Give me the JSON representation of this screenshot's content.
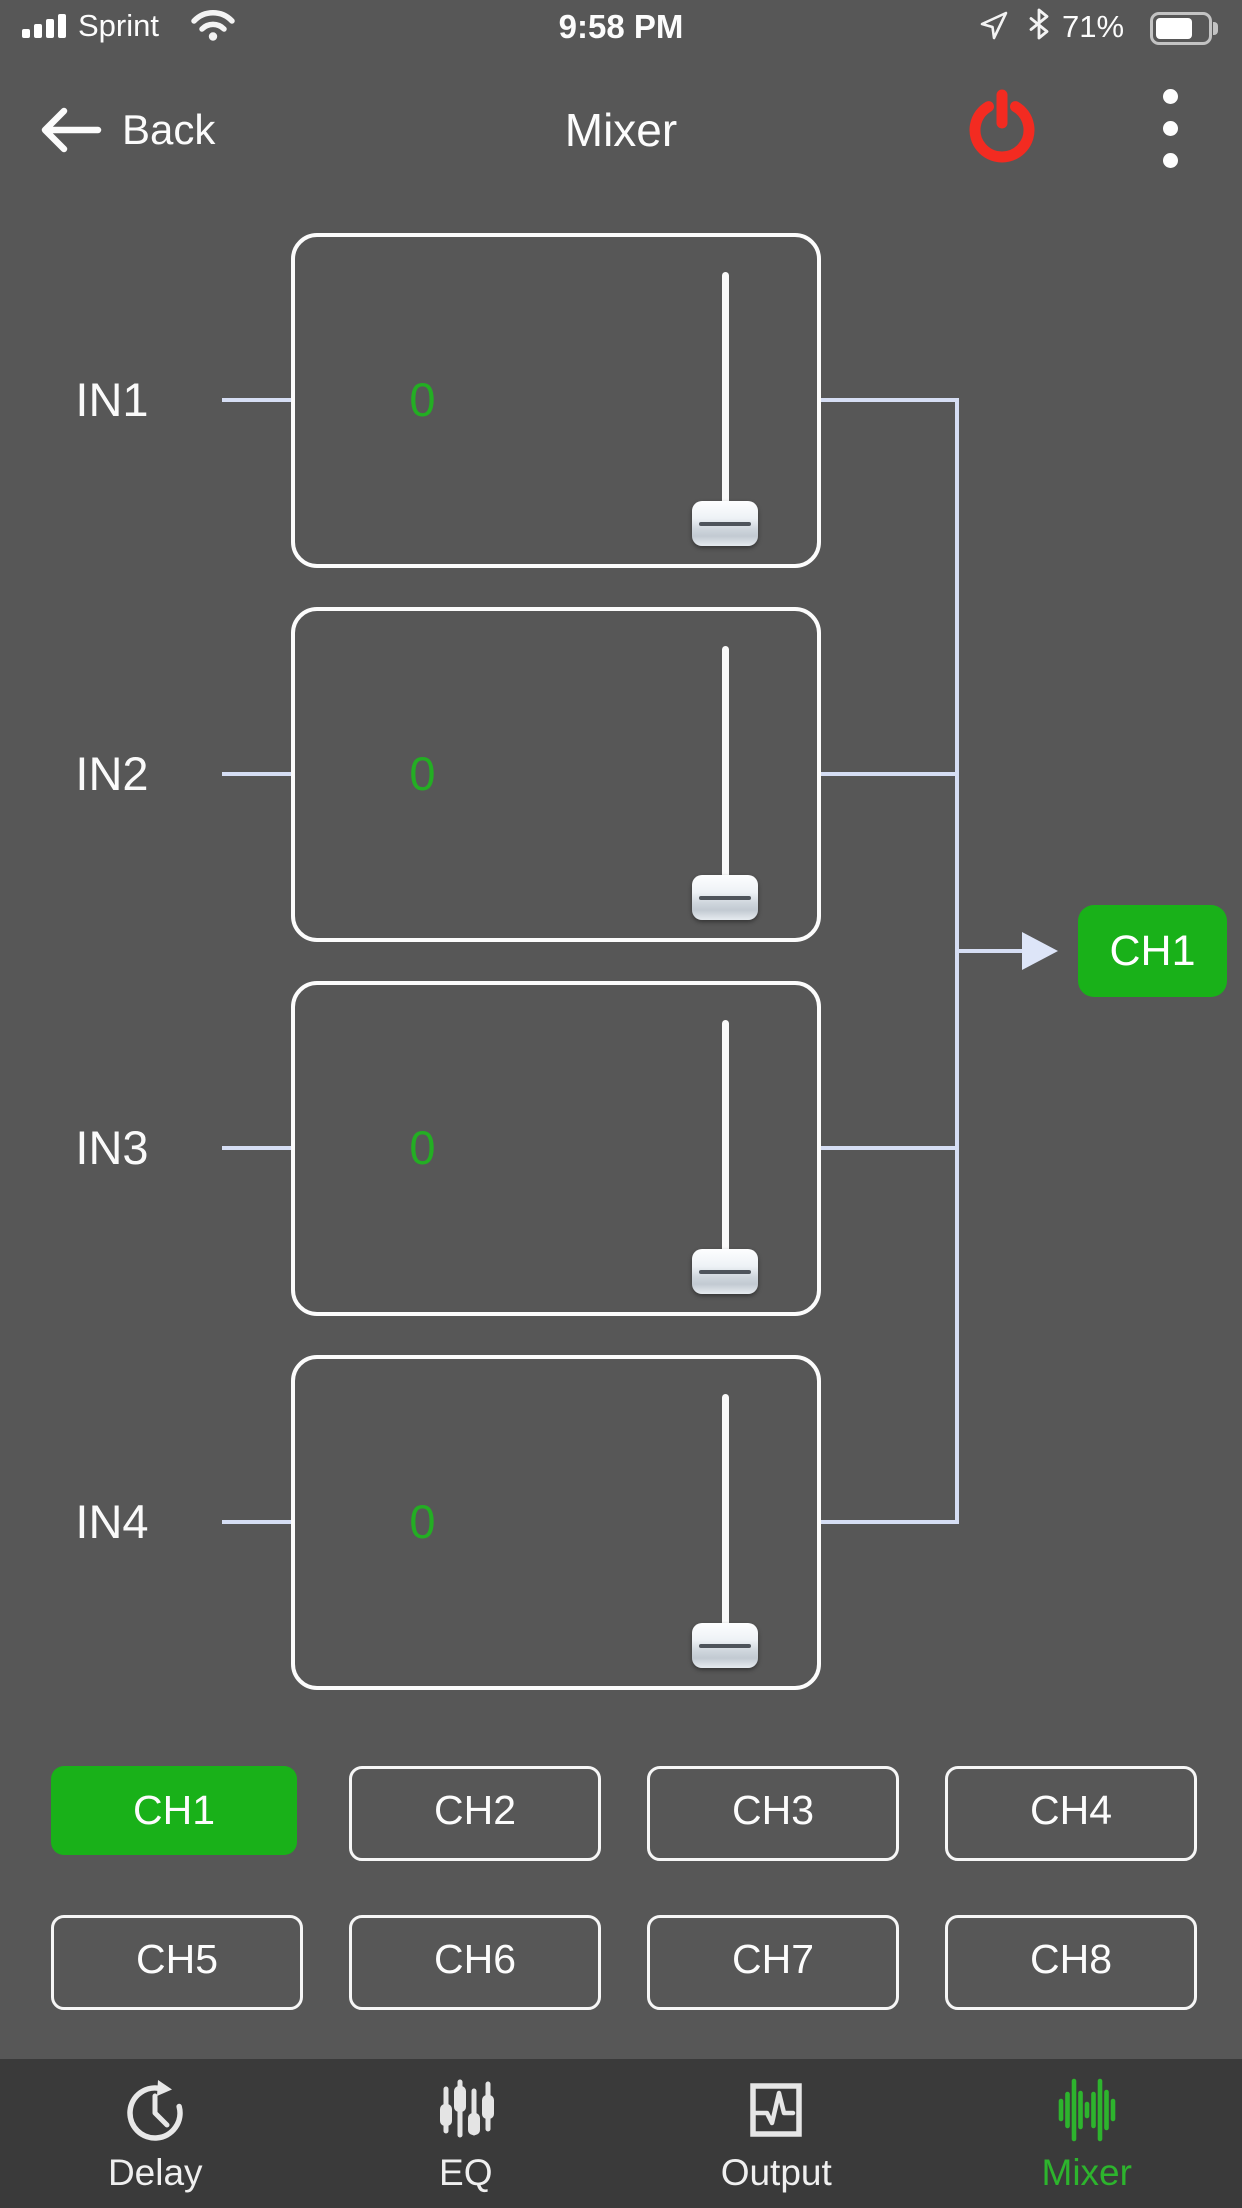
{
  "status_bar": {
    "carrier": "Sprint",
    "time": "9:58 PM",
    "battery_percent": "71%",
    "battery_level": 0.71,
    "icons": [
      "cell-signal-icon",
      "wifi-icon",
      "location-arrow-icon",
      "bluetooth-icon",
      "battery-icon"
    ]
  },
  "header": {
    "back_label": "Back",
    "title": "Mixer",
    "icons": [
      "back-arrow-icon",
      "power-icon",
      "kebab-menu-icon"
    ]
  },
  "mixer": {
    "inputs": [
      {
        "label": "IN1",
        "value": "0",
        "routed": true
      },
      {
        "label": "IN2",
        "value": "0",
        "routed": true
      },
      {
        "label": "IN3",
        "value": "0",
        "routed": true
      },
      {
        "label": "IN4",
        "value": "0",
        "routed": true
      }
    ],
    "output": {
      "label": "CH1"
    },
    "channels": [
      {
        "label": "CH1",
        "active": true
      },
      {
        "label": "CH2",
        "active": false
      },
      {
        "label": "CH3",
        "active": false
      },
      {
        "label": "CH4",
        "active": false
      },
      {
        "label": "CH5",
        "active": false
      },
      {
        "label": "CH6",
        "active": false
      },
      {
        "label": "CH7",
        "active": false
      },
      {
        "label": "CH8",
        "active": false
      }
    ]
  },
  "tab_bar": {
    "tabs": [
      {
        "label": "Delay",
        "icon": "clock-delay-icon",
        "active": false
      },
      {
        "label": "EQ",
        "icon": "eq-sliders-icon",
        "active": false
      },
      {
        "label": "Output",
        "icon": "output-waveform-icon",
        "active": false
      },
      {
        "label": "Mixer",
        "icon": "mixer-waveform-icon",
        "active": true
      }
    ]
  },
  "colors": {
    "background": "#575757",
    "tab_bar_background": "#3a3a3a",
    "accent_green": "#19b119",
    "value_green": "#23ae23",
    "power_red": "#f32b21",
    "connector": "#d6def4"
  }
}
